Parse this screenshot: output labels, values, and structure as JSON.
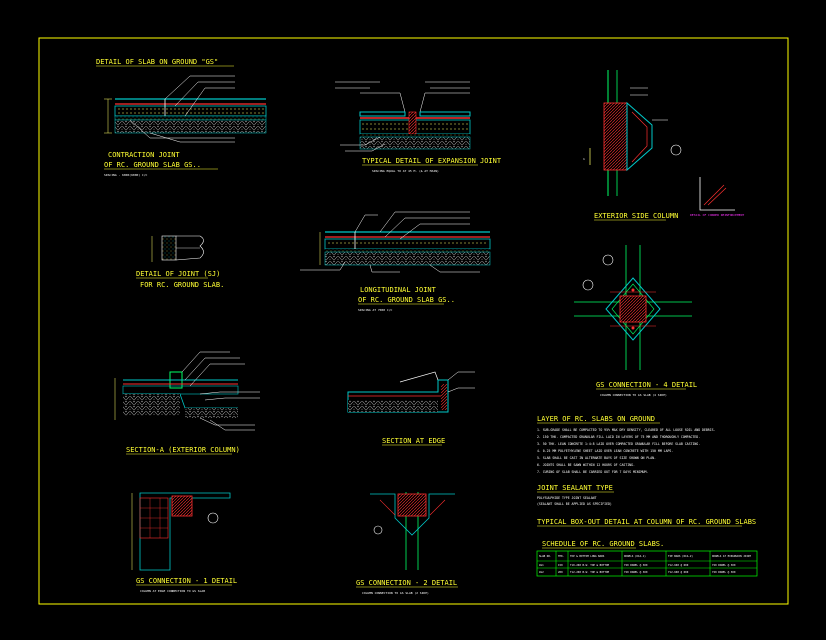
{
  "colors": {
    "background": "#000000",
    "border": "#ffff00",
    "title": "#ffff33",
    "concrete": "#00c8c8",
    "rebar": "#ff3030",
    "gravel": "#a0a0a0",
    "dims": "#ffff66",
    "leader": "#ffffff",
    "green": "#00ff66",
    "magenta": "#ff33ff",
    "table": "#00ff00"
  },
  "details": {
    "slab_on_ground": {
      "title": "DETAIL OF SLAB ON GROUND \"GS\""
    },
    "contraction_joint": {
      "title1": "CONTRACTION JOINT",
      "title2": "OF RC. GROUND SLAB GS..",
      "sub": "SPACING - 6000(6000) C/C"
    },
    "expansion_joint": {
      "title": "TYPICAL DETAIL OF EXPANSION JOINT",
      "sub": "SPACING EQUAL TO AT 45 M. (& AT MAIN)"
    },
    "exterior_side_column": {
      "title": "EXTERIOR SIDE COLUMN"
    },
    "joint_sj": {
      "title1": "DETAIL OF JOINT (SJ)",
      "title2": "FOR RC. GROUND SLAB."
    },
    "longitudinal_joint": {
      "title1": "LONGITUDINAL JOINT",
      "title2": "OF RC. GROUND SLAB GS..",
      "sub": "SPACING AT 7000 C/C"
    },
    "section_a": {
      "title": "SECTION-A (EXTERIOR COLUMN)"
    },
    "section_edge": {
      "title": "SECTION AT EDGE"
    },
    "gs_connection_4": {
      "title": "GS CONNECTION - 4 DETAIL",
      "sub": "COLUMN CONNECTION TO GS SLAB (4 SIDE)"
    },
    "gs_connection_1": {
      "title": "GS CONNECTION - 1 DETAIL",
      "sub": "COLUMN AT EDGE CONNECTION TO GS SLAB"
    },
    "gs_connection_2": {
      "title": "GS CONNECTION - 2 DETAIL",
      "sub": "COLUMN CONNECTION TO GS SLAB (2 SIDE)"
    },
    "magenta_note": "DETAIL OF CORNER REINFORCEMENT"
  },
  "notes": {
    "layer_title": "LAYER OF RC. SLABS ON GROUND",
    "layer_items": [
      "1. SUB-GRADE SHALL BE COMPACTED TO 95% MAX DRY DENSITY, CLEARED OF ALL LOOSE SOIL AND DEBRIS.",
      "2. 150 THK. COMPACTED GRANULAR FILL LAID IN LAYERS OF 75 MM AND THOROUGHLY COMPACTED.",
      "3. 50 THK. LEAN CONCRETE 1:4:8 LAID OVER COMPACTED GRANULAR FILL BEFORE SLAB CASTING.",
      "4. 0.25 MM POLYETHYLENE SHEET LAID OVER LEAN CONCRETE WITH 150 MM LAPS.",
      "5. SLAB SHALL BE CAST IN ALTERNATE BAYS OF SIZE SHOWN ON PLAN.",
      "6. JOINTS SHALL BE SAWN WITHIN 12 HOURS OF CASTING.",
      "7. CURING OF SLAB SHALL BE CARRIED OUT FOR 7 DAYS MINIMUM."
    ],
    "sealant_title": "JOINT SEALANT TYPE",
    "sealant_items": [
      "POLYSULPHIDE TYPE JOINT SEALANT",
      "(SEALANT SHALL BE APPLIED AS SPECIFIED)"
    ],
    "boxout_title": "TYPICAL BOX-OUT DETAIL AT COLUMN OF RC. GROUND SLABS"
  },
  "schedule": {
    "title": "SCHEDULE OF RC. GROUND SLABS.",
    "headers": [
      "SLAB NO.",
      "THK.",
      "TOP & BOTTOM LONG BARS",
      "DOWELS (DIA-1)",
      "TIE BARS (DIA-2)",
      "DOWELS AT EXPANSION JOINT"
    ],
    "rows": [
      [
        "GS1",
        "150",
        "T10-200 B.W. TOP & BOTTOM",
        "Y20 DOWEL @ 300",
        "Y12-600 @ 600",
        "Y20 DOWEL @ 300"
      ],
      [
        "GS2",
        "200",
        "T12-200 B.W. TOP & BOTTOM",
        "Y20 DOWEL @ 300",
        "Y12-600 @ 600",
        "Y20 DOWEL @ 300"
      ]
    ]
  }
}
